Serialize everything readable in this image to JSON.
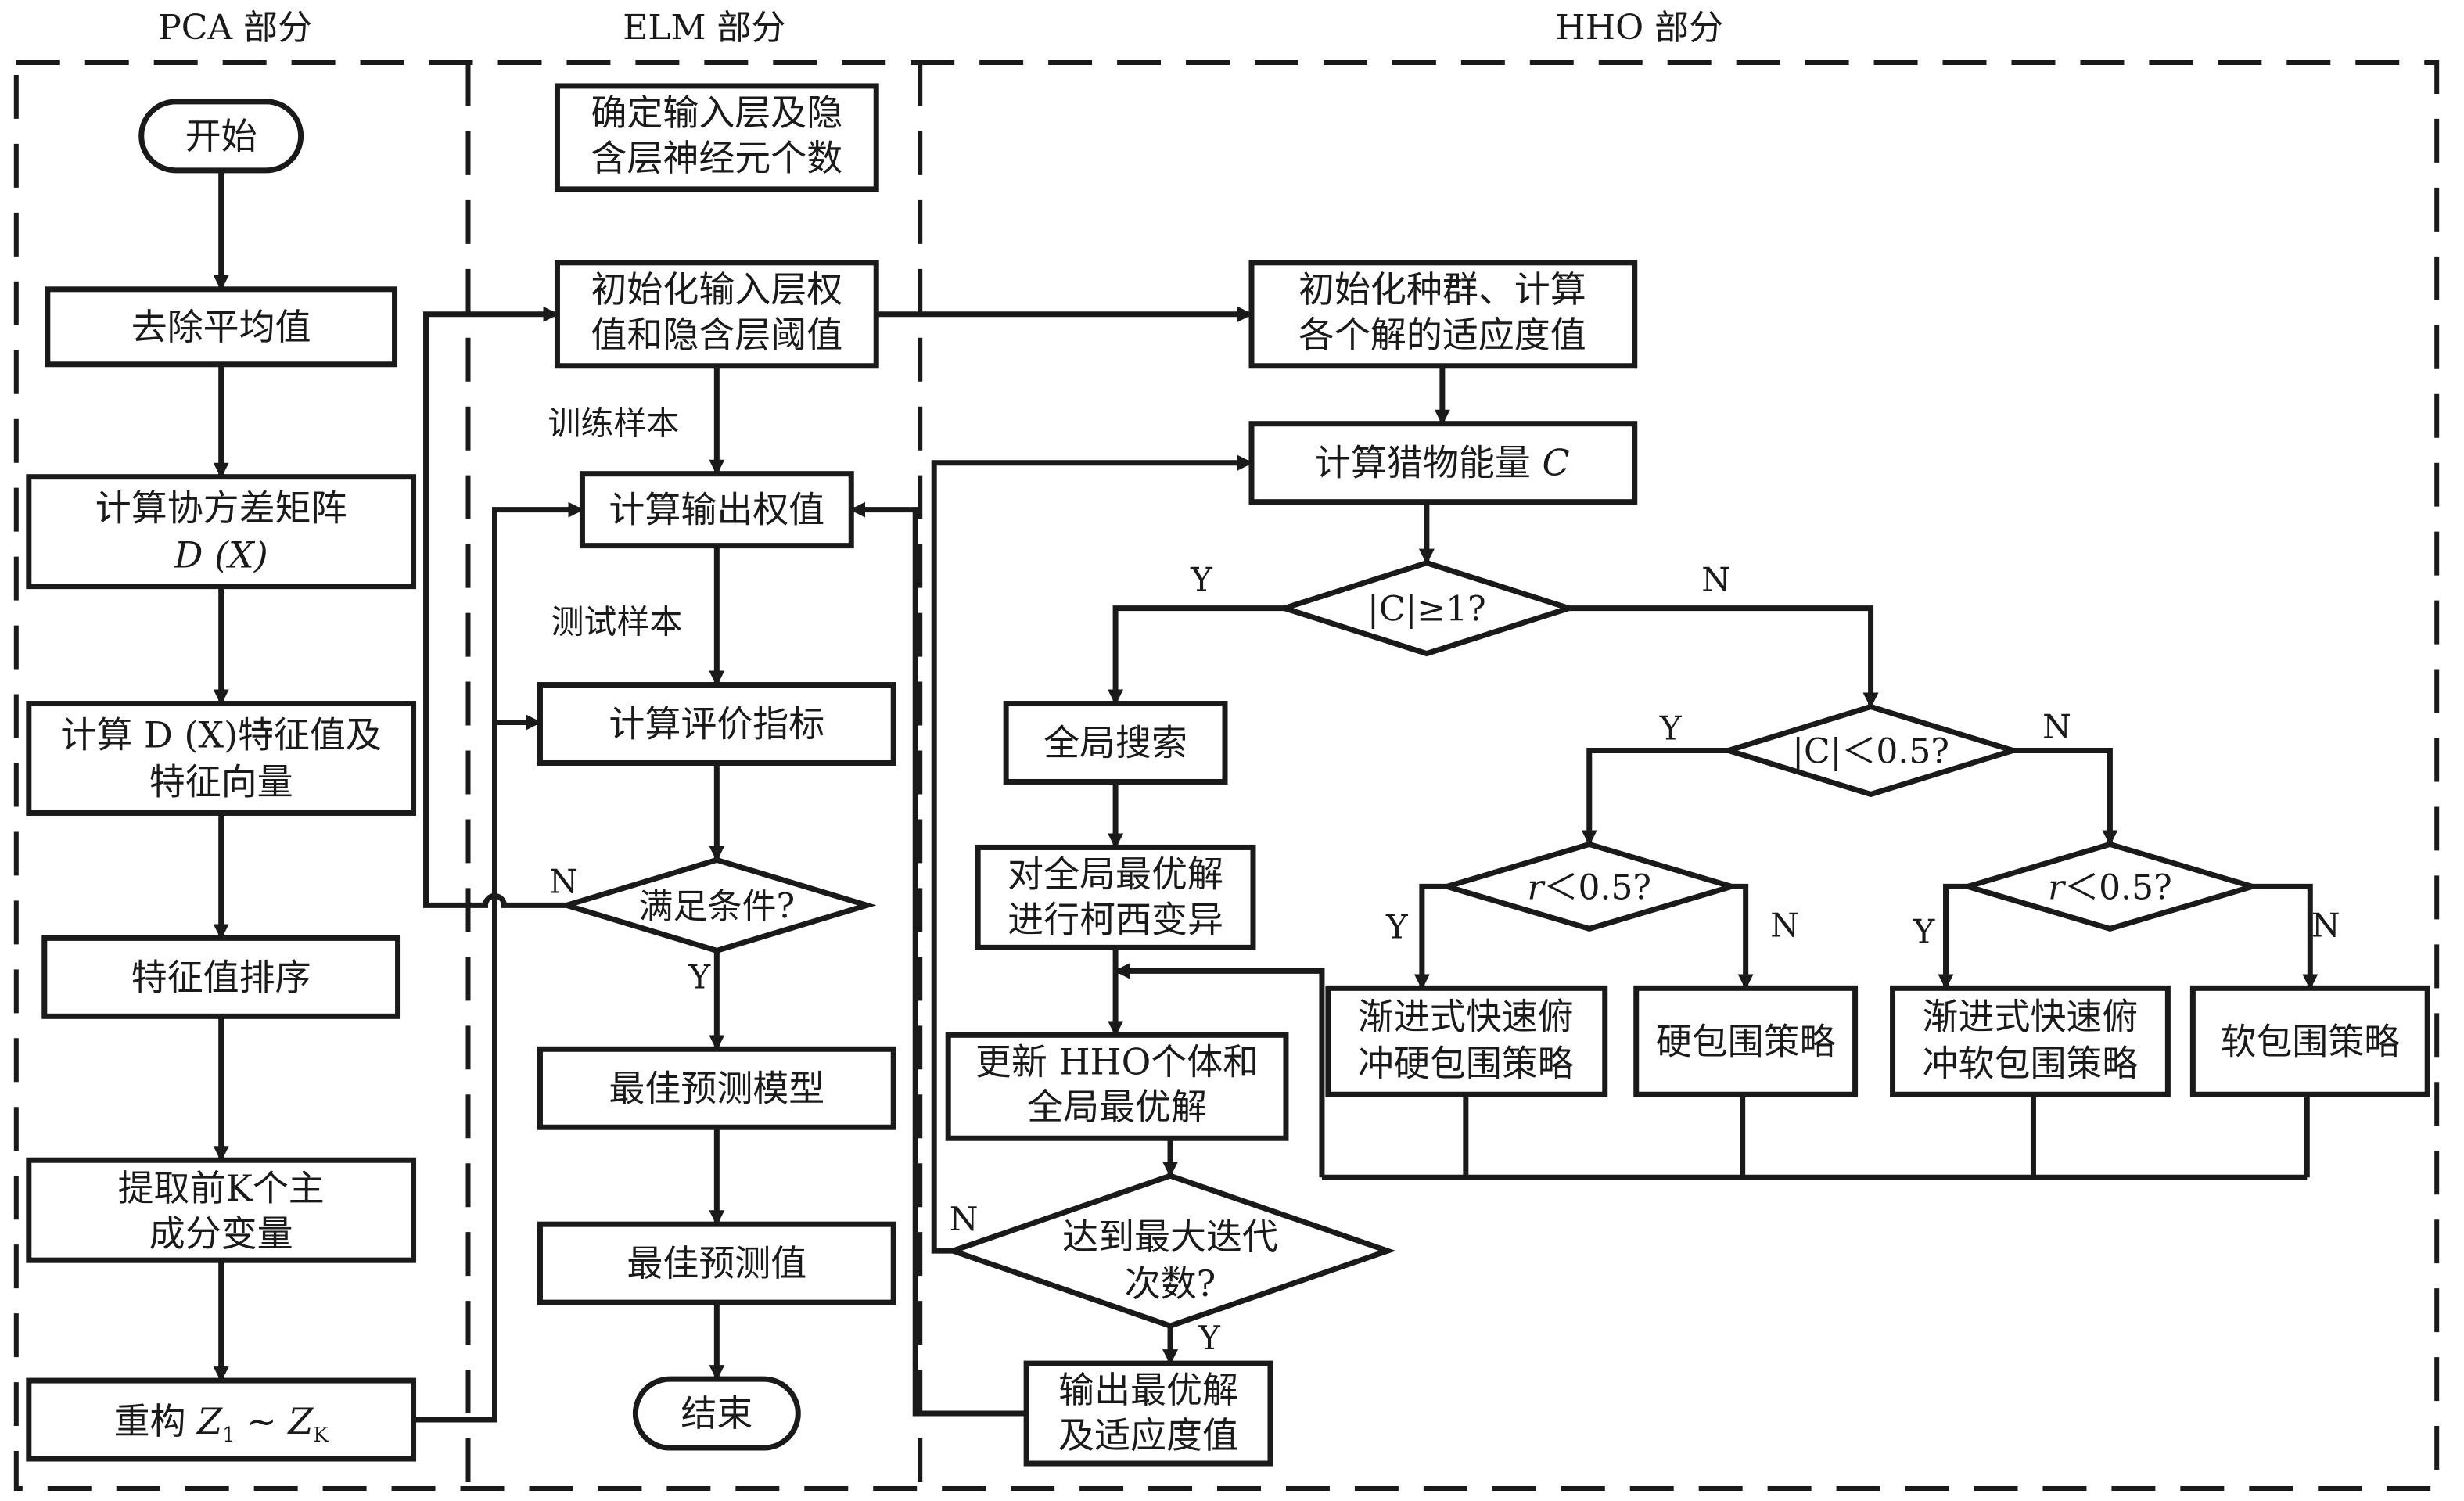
{
  "sections": {
    "pca": "PCA 部分",
    "elm": "ELM 部分",
    "hho": "HHO 部分"
  },
  "pca": {
    "start": "开始",
    "remove_mean": "去除平均值",
    "cov_1": "计算协方差矩阵",
    "cov_2": "D (X)",
    "eig_1": "计算 D (X)特征值及",
    "eig_2": "特征向量",
    "sort": "特征值排序",
    "extract_1": "提取前K个主",
    "extract_2": "成分变量",
    "rebuild_prefix": "重构 ",
    "rebuild_z": "Z",
    "rebuild_sub1": "1",
    "rebuild_tilde": " ~ ",
    "rebuild_sub2": "K"
  },
  "elm": {
    "determine_1": "确定输入层及隐",
    "determine_2": "含层神经元个数",
    "init_1": "初始化输入层权",
    "init_2": "值和隐含层阈值",
    "train_sample": "训练样本",
    "calc_output": "计算输出权值",
    "test_sample": "测试样本",
    "calc_eval": "计算评价指标",
    "cond": "满足条件?",
    "cond_no": "N",
    "cond_yes": "Y",
    "best_model": "最佳预测模型",
    "best_value": "最佳预测值",
    "end": "结束"
  },
  "hho": {
    "init_1": "初始化种群、计算",
    "init_2": "各个解的适应度值",
    "energy_prefix": "计算猎物能量 ",
    "energy_var": "C",
    "dec1": "|C|≥1?",
    "dec1_yes": "Y",
    "dec1_no": "N",
    "global_search": "全局搜索",
    "cauchy_1": "对全局最优解",
    "cauchy_2": "进行柯西变异",
    "update_1": "更新 HHO个体和",
    "update_2": "全局最优解",
    "maxiter_1": "达到最大迭代",
    "maxiter_2": "次数?",
    "maxiter_no": "N",
    "maxiter_yes": "Y",
    "output_1": "输出最优解",
    "output_2": "及适应度值",
    "dec2": "|C|＜0.5?",
    "dec2_yes": "Y",
    "dec2_no": "N",
    "dec_r_var": "r",
    "dec_r_rest": "＜0.5?",
    "r_yes": "Y",
    "r_no": "N",
    "hard_rapid_1": "渐进式快速俯",
    "hard_rapid_2": "冲硬包围策略",
    "hard": "硬包围策略",
    "soft_rapid_1": "渐进式快速俯",
    "soft_rapid_2": "冲软包围策略",
    "soft": "软包围策略"
  }
}
